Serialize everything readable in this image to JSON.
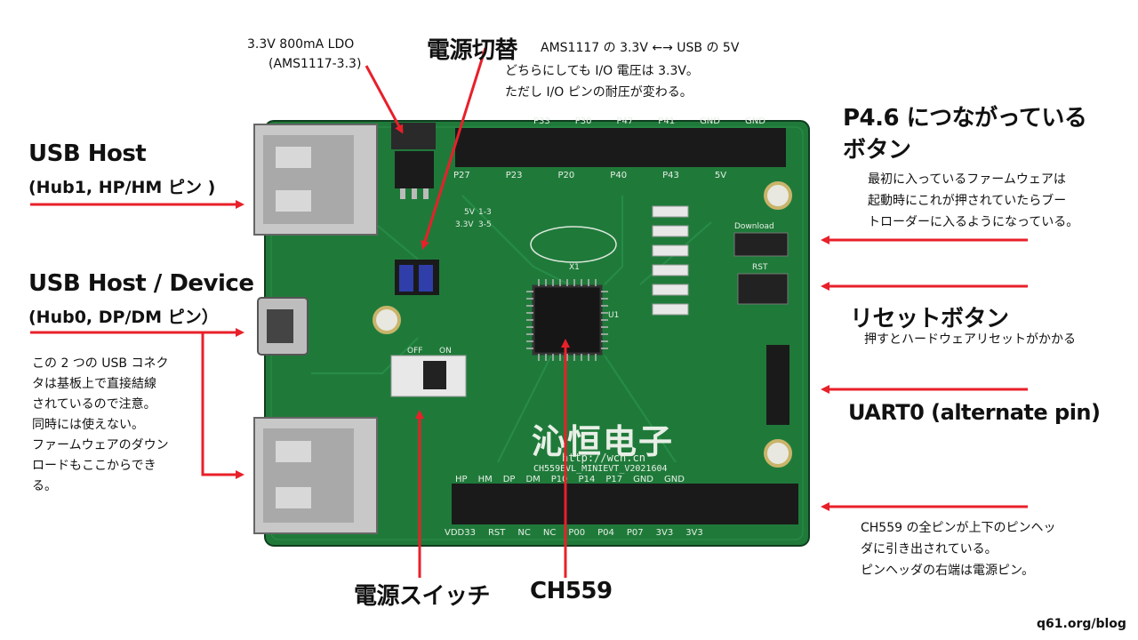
{
  "labels": {
    "ldo_line1": "3.3V 800mA LDO",
    "ldo_line2": "(AMS1117-3.3)",
    "power_select_title": "電源切替",
    "power_select_desc1": "AMS1117 の 3.3V ←→ USB の 5V",
    "power_select_desc2": "どちらにしても I/O 電圧は 3.3V。",
    "power_select_desc3": "ただし I/O ピンの耐圧が変わる。",
    "p46_title1": "P4.6 につながっている",
    "p46_title2": "ボタン",
    "p46_desc1": "最初に入っているファームウェアは",
    "p46_desc2": "起動時にこれが押されていたらブー",
    "p46_desc3": "トローダーに入るようになっている。",
    "usb_host_title": "USB Host",
    "usb_host_sub": "(Hub1, HP/HM ピン )",
    "usb_dev_title": "USB Host / Device",
    "usb_dev_sub": "(Hub0, DP/DM ピン）",
    "usb_note": "この 2 つの USB コネク\nタは基板上で直接結線\nされているので注意。\n同時には使えない。\nファームウェアのダウン\nロードもここからでき\nる。",
    "reset_title": "リセットボタン",
    "reset_desc": "押すとハードウェアリセットがかかる",
    "uart_title": "UART0 (alternate pin)",
    "ch559_pins1": "CH559 の全ピンが上下のピンヘッ",
    "ch559_pins2": "ダに引き出されている。",
    "ch559_pins3": "ピンヘッダの右端は電源ピン。",
    "power_switch": "電源スイッチ",
    "chip": "CH559",
    "footer": "q61.org/blog"
  },
  "board": {
    "brand_cn": "沁恒电子",
    "url": "http://wch.cn",
    "model": "CH559EVL_MINIEVT_V2021604",
    "top_header_labels": [
      "P33",
      "P30",
      "P47",
      "P41",
      "GND",
      "GND"
    ],
    "top_header_labels2": [
      "P27",
      "P23",
      "P20",
      "P40",
      "P43",
      "5V"
    ],
    "bottom_header_labels": [
      "HP",
      "HM",
      "DP",
      "DM",
      "P10",
      "P14",
      "P17",
      "GND",
      "GND"
    ],
    "bottom_header_labels2": [
      "VDD33",
      "RST",
      "NC",
      "NC",
      "P00",
      "P04",
      "P07",
      "3V3",
      "3V3"
    ],
    "switch_off": "OFF",
    "switch_on": "ON",
    "btn_download": "Download",
    "btn_rst": "RST",
    "jumper_5v": "5V",
    "jumper_33v": "3.3V",
    "jumper_13": "1-3",
    "jumper_35": "3-5",
    "chip_label": "U1",
    "crystal_label": "X1"
  },
  "colors": {
    "arrow": "#e8202a",
    "pcb": "#1f7a3a",
    "pcb_dark": "#145a2a",
    "header_black": "#1a1a1a",
    "silk": "#dfe8dc"
  }
}
